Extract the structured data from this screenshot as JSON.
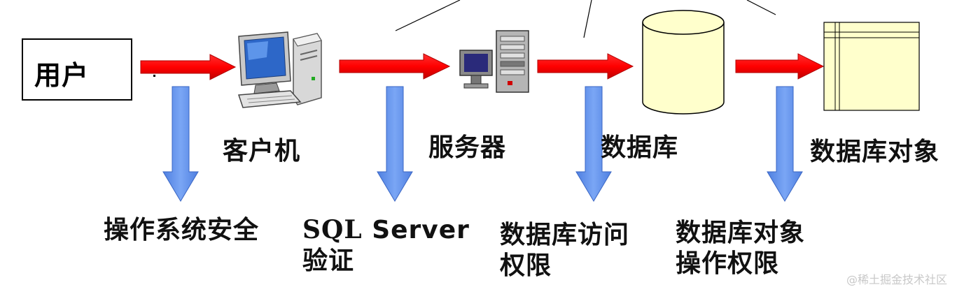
{
  "user": {
    "label": "用户"
  },
  "nodes": [
    {
      "id": "client",
      "label": "客户机",
      "icon": "client-computer-icon"
    },
    {
      "id": "server",
      "label": "服务器",
      "icon": "server-icon"
    },
    {
      "id": "database",
      "label": "数据库",
      "icon": "database-cylinder-icon"
    },
    {
      "id": "db_object",
      "label": "数据库对象",
      "icon": "database-table-icon"
    }
  ],
  "security_layers": [
    {
      "line1": "操作系统安全",
      "line2": ""
    },
    {
      "line1_sql": "SQL",
      "line1_rest": " Server",
      "line2": "验证"
    },
    {
      "line1": "数据库访问",
      "line2": "权限"
    },
    {
      "line1": "数据库对象",
      "line2": "操作权限"
    }
  ],
  "watermark": "@稀土掘金技术社区",
  "colors": {
    "flow_arrow": "#ff0000",
    "security_arrow": "#6495ed",
    "database_fill": "#ffffcc",
    "table_fill": "#ffffcc"
  }
}
